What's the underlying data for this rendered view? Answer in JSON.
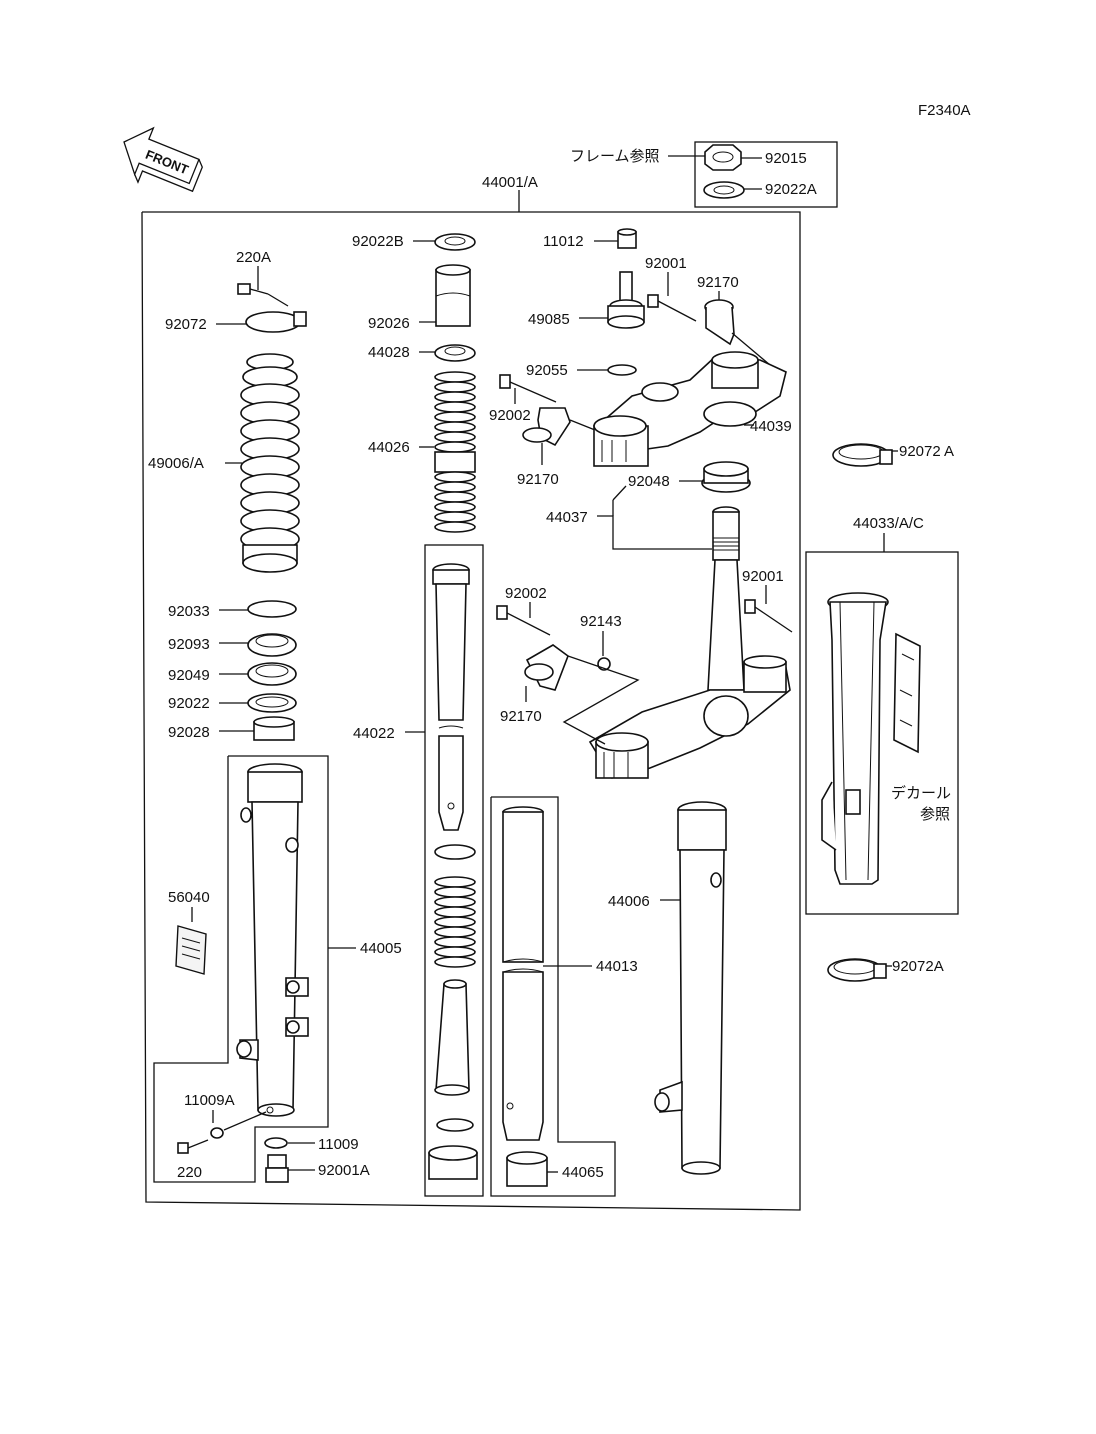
{
  "diagram_code": "F2340A",
  "front_label": "FRONT",
  "labels": {
    "frame_ref": "フレーム参照",
    "decal_ref_1": "デカール",
    "decal_ref_2": "参照",
    "p44001": "44001/A",
    "p92015": "92015",
    "p92022A": "92022A",
    "p92022B": "92022B",
    "p11012": "11012",
    "p220A": "220A",
    "p92001_top": "92001",
    "p92170_top": "92170",
    "p92072": "92072",
    "p92026": "92026",
    "p49085": "49085",
    "p44028": "44028",
    "p92055": "92055",
    "p92002_top": "92002",
    "p44039": "44039",
    "p49006": "49006/A",
    "p44026": "44026",
    "p92170_mid": "92170",
    "p92072A_top": "92072 A",
    "p92048": "92048",
    "p44037": "44037",
    "p44033": "44033/A/C",
    "p92001_mid": "92001",
    "p92002_mid": "92002",
    "p92033": "92033",
    "p92143": "92143",
    "p92093": "92093",
    "p92049": "92049",
    "p92170_low": "92170",
    "p92022": "92022",
    "p92028": "92028",
    "p44022": "44022",
    "p56040": "56040",
    "p44006": "44006",
    "p44005": "44005",
    "p44013": "44013",
    "p92072A_bot": "92072A",
    "p11009A": "11009A",
    "p11009": "11009",
    "p220": "220",
    "p92001A": "92001A",
    "p44065": "44065"
  }
}
